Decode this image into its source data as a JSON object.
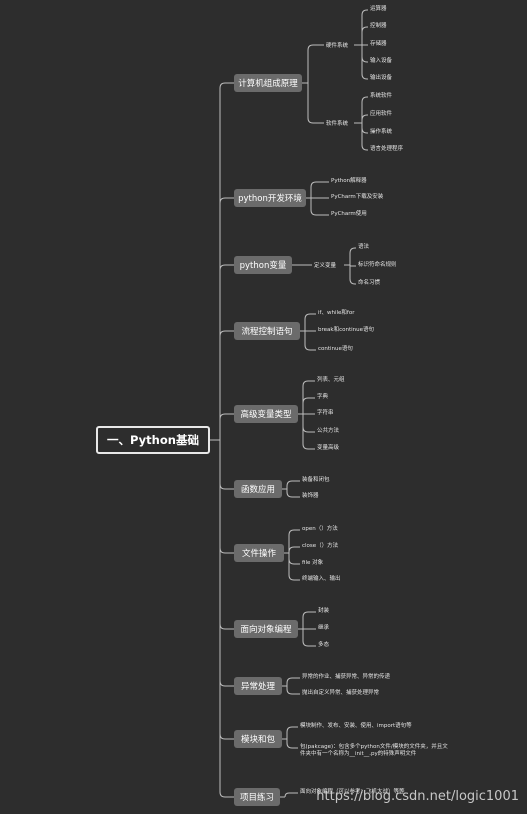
{
  "root": "一、Python基础",
  "branches": [
    {
      "label": "计算机组成原理",
      "groups": [
        {
          "label": "硬件系统",
          "items": [
            "运算器",
            "控制器",
            "存储器",
            "输入设备",
            "输出设备"
          ]
        },
        {
          "label": "软件系统",
          "items": [
            "系统软件",
            "应用软件",
            "操作系统",
            "语言处理程序"
          ]
        }
      ]
    },
    {
      "label": "python开发环境",
      "items": [
        "Python解释器",
        "PyCharm下载及安装",
        "PyCharm使用"
      ]
    },
    {
      "label": "python变量",
      "groups": [
        {
          "label": "定义变量",
          "items": [
            "语法",
            "标识符命名规则",
            "命名习惯"
          ]
        }
      ]
    },
    {
      "label": "流程控制语句",
      "items": [
        "if、while和for",
        "break和continue语句",
        "continue语句"
      ]
    },
    {
      "label": "高级变量类型",
      "items": [
        "列表、元组",
        "字典",
        "字符串",
        "公共方法",
        "变量高级"
      ]
    },
    {
      "label": "函数应用",
      "items": [
        "装备和闭包",
        "装饰器"
      ]
    },
    {
      "label": "文件操作",
      "items": [
        "open（）方法",
        "close（）方法",
        "file 对象",
        "终端输入、输出"
      ]
    },
    {
      "label": "面向对象编程",
      "items": [
        "封装",
        "继承",
        "多态"
      ]
    },
    {
      "label": "异常处理",
      "items": [
        "异常的作业、捕获异常、异常的传递",
        "抛出自定义异常、捕获处理异常"
      ]
    },
    {
      "label": "模块和包",
      "items": [
        "模块制作、发布、安装、使用、import语句等",
        "包(pakcage)：包含多个python文件/模块的文件夹，并且文件夹中有一个名称为__init__.py的特殊声明文件"
      ]
    },
    {
      "label": "项目练习",
      "items": [
        "面向对象编程（可以参考：飞机大战）等等"
      ]
    }
  ],
  "watermark": "https://blog.csdn.net/logic1001"
}
